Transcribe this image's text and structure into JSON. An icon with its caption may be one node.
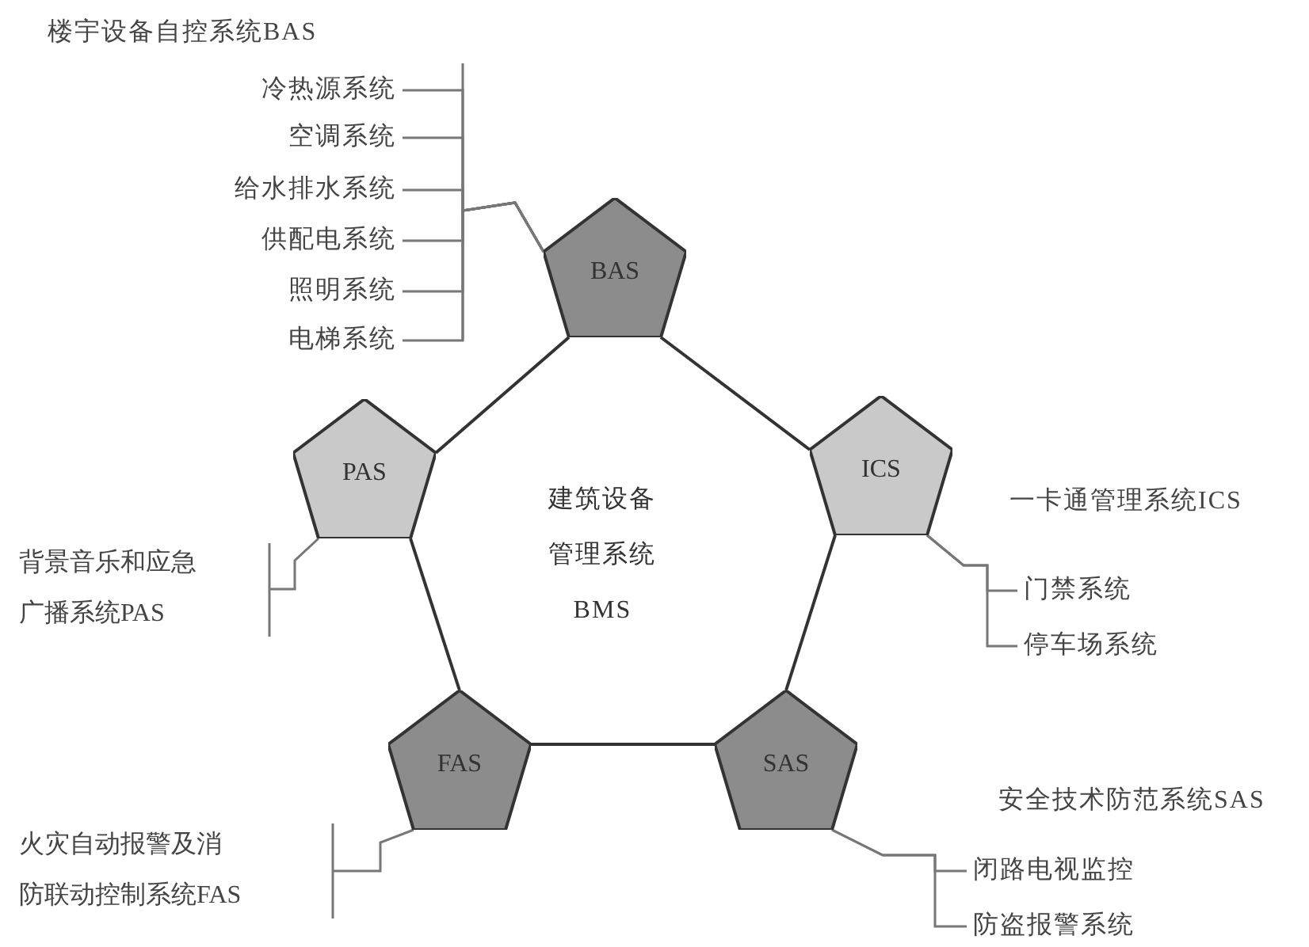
{
  "diagram": {
    "nodes": [
      {
        "text": [
          "BAS"
        ]
      },
      {
        "text": [
          "PAS"
        ]
      },
      {
        "text": [
          "ICS"
        ]
      },
      {
        "text": [
          "FAS"
        ]
      },
      {
        "text": [
          "SAS"
        ]
      },
      {
        "text": [
          "冷热源系统"
        ]
      },
      {
        "text": [
          "空调系统"
        ]
      },
      {
        "text": [
          "给水排水系统"
        ]
      },
      {
        "text": [
          "供配电系统"
        ]
      },
      {
        "text": [
          "照明系统"
        ]
      },
      {
        "text": [
          "电梯系统"
        ]
      },
      {
        "text": [
          "门禁系统"
        ]
      },
      {
        "text": [
          "停车场系统"
        ]
      },
      {
        "text": [
          "闭路电视监控"
        ]
      },
      {
        "text": [
          "防盗报警系统"
        ]
      },
      {
        "text": [
          "背景音乐和应急广播系统PAS"
        ]
      },
      {
        "text": [
          "火灾自动报警及消防联动控制系统FAS"
        ]
      }
    ],
    "edges": [
      {
        "from": 0,
        "to": 2,
        "arrow": "none"
      },
      {
        "from": 2,
        "to": 4,
        "arrow": "none"
      },
      {
        "from": 4,
        "to": 3,
        "arrow": "none"
      },
      {
        "from": 3,
        "to": 1,
        "arrow": "none"
      },
      {
        "from": 1,
        "to": 0,
        "arrow": "none"
      },
      {
        "from": 0,
        "to": 5,
        "arrow": "none"
      },
      {
        "from": 0,
        "to": 6,
        "arrow": "none"
      },
      {
        "from": 0,
        "to": 7,
        "arrow": "none"
      },
      {
        "from": 0,
        "to": 8,
        "arrow": "none"
      },
      {
        "from": 0,
        "to": 9,
        "arrow": "none"
      },
      {
        "from": 0,
        "to": 10,
        "arrow": "none"
      },
      {
        "from": 2,
        "to": 11,
        "arrow": "none"
      },
      {
        "from": 2,
        "to": 12,
        "arrow": "none"
      },
      {
        "from": 4,
        "to": 13,
        "arrow": "none"
      },
      {
        "from": 4,
        "to": 14,
        "arrow": "none"
      },
      {
        "from": 1,
        "to": 15,
        "arrow": "none"
      },
      {
        "from": 3,
        "to": 16,
        "arrow": "none"
      }
    ],
    "labels": [
      "楼宇设备自控系统BAS",
      "一卡通管理系统ICS",
      "建筑设备管理系统BMS",
      "安全技术防范系统SAS"
    ]
  }
}
